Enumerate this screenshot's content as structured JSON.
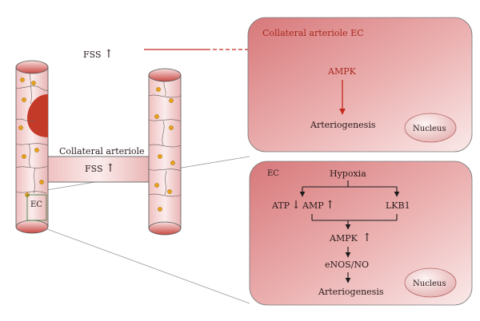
{
  "top_fss": {
    "label": "FSS",
    "arrow": "↑"
  },
  "collateral_label": "Collateral arteriole",
  "mid_fss": {
    "label": "FSS",
    "arrow": "↑"
  },
  "ec_small_label": "EC",
  "top_box": {
    "title": "Collateral arteriole EC",
    "ampk": "AMPK",
    "outcome": "Arteriogenesis",
    "nucleus": "Nucleus"
  },
  "bottom_box": {
    "title": "EC",
    "hypoxia": "Hypoxia",
    "atp": "ATP",
    "atp_arrow": "↓",
    "amp": "AMP",
    "amp_arrow": "↑",
    "lkb1": "LKB1",
    "ampk": "AMPK",
    "ampk_arrow": "↑",
    "enos": "eNOS/NO",
    "outcome": "Arteriogenesis",
    "nucleus": "Nucleus"
  },
  "colors": {
    "dark_red": "#c42a1c",
    "box_fill": "#e9a7a7",
    "vessel_fill": "#f3d2d2",
    "dot": "#e8a21a"
  }
}
